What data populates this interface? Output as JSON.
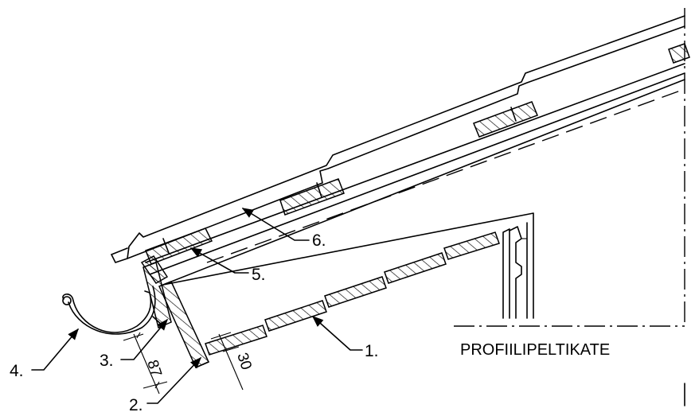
{
  "labels": {
    "l1": "1.",
    "l2": "2.",
    "l3": "3.",
    "l4": "4.",
    "l5": "5.",
    "l6": "6."
  },
  "dimensions": {
    "fascia_thickness": "87",
    "batten_thickness": "30"
  },
  "caption": "PROFIILIPELTIKATE"
}
